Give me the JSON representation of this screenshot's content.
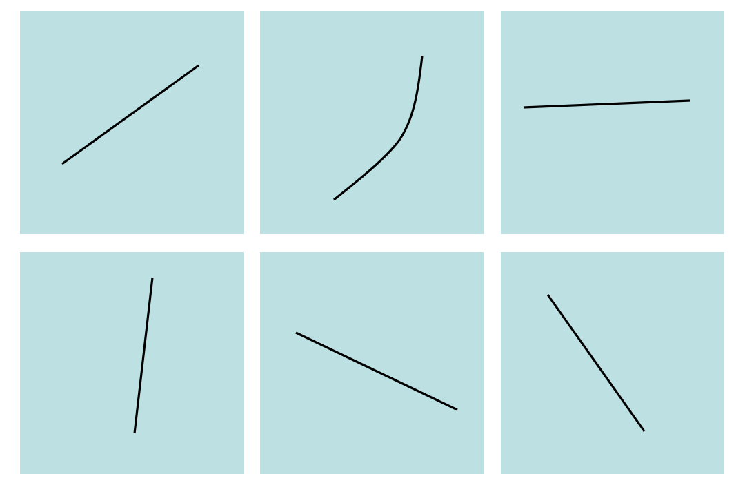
{
  "colors": {
    "page_background": "#ffffff",
    "panel_background": "#bde0e3",
    "stroke": "#000000"
  },
  "panels": [
    {
      "stroke_shape": "straight-line",
      "direction": "rising"
    },
    {
      "stroke_shape": "curve",
      "direction": "rising"
    },
    {
      "stroke_shape": "straight-line",
      "direction": "nearly-horizontal"
    },
    {
      "stroke_shape": "straight-line",
      "direction": "nearly-vertical"
    },
    {
      "stroke_shape": "straight-line",
      "direction": "falling"
    },
    {
      "stroke_shape": "straight-line",
      "direction": "falling"
    }
  ]
}
